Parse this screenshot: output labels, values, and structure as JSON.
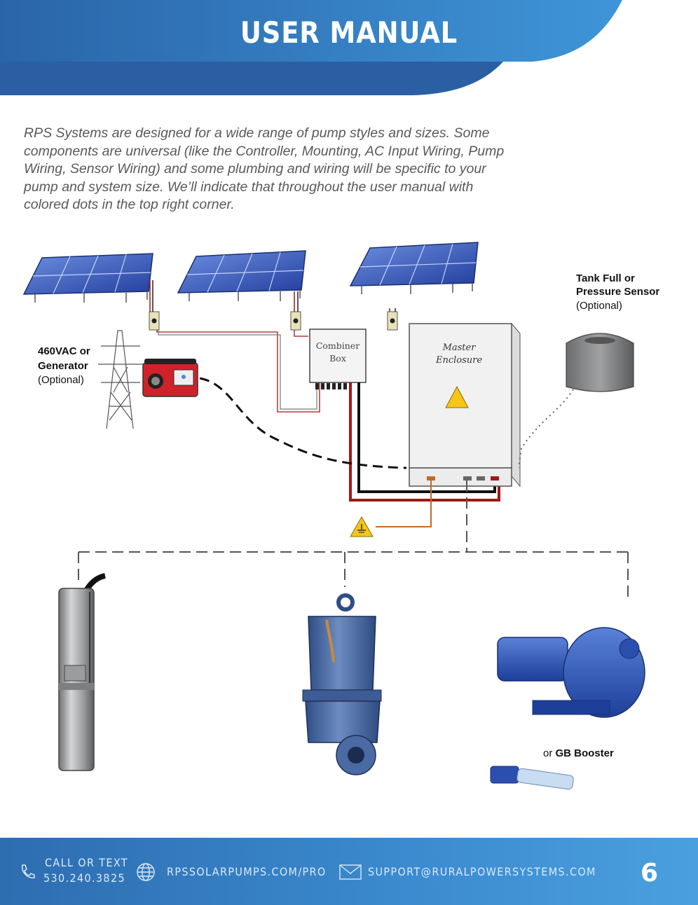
{
  "header": {
    "title": "USER MANUAL"
  },
  "intro": "RPS Systems are designed for a wide range of pump styles and sizes. Some components are universal (like the Controller, Mounting, AC Input Wiring, Pump Wiring, Sensor Wiring) and some plumbing and wiring will be specific to your pump and system size. We’ll indicate that throughout the user manual with colored dots in the top right corner.",
  "labels": {
    "generator_line1": "460VAC or",
    "generator_line2": "Generator",
    "generator_optional": "(Optional)",
    "sensor_line1": "Tank Full or",
    "sensor_line2": "Pressure Sensor",
    "sensor_optional": "(Optional)",
    "combiner_line1": "Combiner",
    "combiner_line2": "Box",
    "master_line1": "Master",
    "master_line2": "Enclosure",
    "booster_prefix": "or ",
    "booster_name": "GB Booster"
  },
  "footer": {
    "call_label": "CALL OR TEXT",
    "phone": "530.240.3825",
    "website": "RPSSOLARPUMPS.COM/PRO",
    "email": "SUPPORT@RURALPOWERSYSTEMS.COM",
    "page_number": "6"
  },
  "colors": {
    "header_blue": "#2a6aad",
    "header_light": "#3d8fd3",
    "panel_blue": "#2c55b8",
    "warning_yellow": "#f5c518",
    "wire_red": "#a01818",
    "wire_ground": "#c06a2a",
    "pump_blue": "#4d6fa6"
  },
  "icons": [
    "phone-icon",
    "globe-icon",
    "mail-icon",
    "warning-icon",
    "ground-icon"
  ]
}
